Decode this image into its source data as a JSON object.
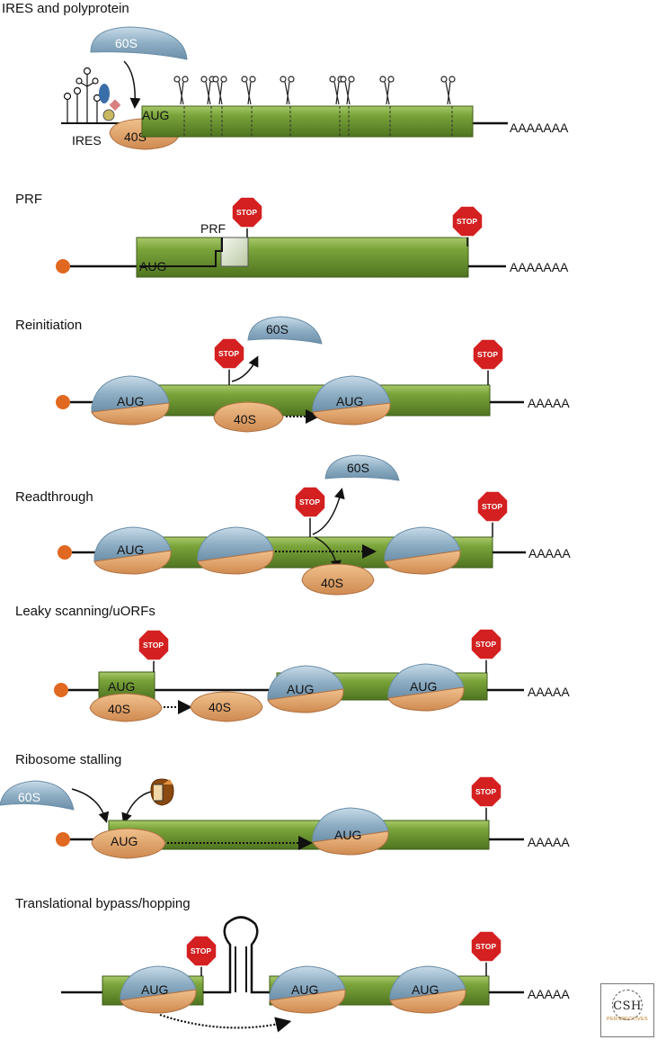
{
  "panels": {
    "ires": {
      "title": "IRES and polyprotein",
      "s60": "60S",
      "aug": "AUG",
      "s40": "40S",
      "ires_label": "IRES",
      "polya": "AAAAAAA"
    },
    "prf": {
      "title": "PRF",
      "prf_label": "PRF",
      "aug": "AUG",
      "stop": "STOP",
      "polya": "AAAAAAA"
    },
    "reinitiation": {
      "title": "Reinitiation",
      "s60": "60S",
      "s40": "40S",
      "aug": "AUG",
      "stop": "STOP",
      "polya": "AAAAA"
    },
    "readthrough": {
      "title": "Readthrough",
      "s60": "60S",
      "s40": "40S",
      "aug": "AUG",
      "stop": "STOP",
      "polya": "AAAAA"
    },
    "leaky": {
      "title": "Leaky scanning/uORFs",
      "aug": "AUG",
      "s40": "40S",
      "stop": "STOP",
      "polya": "AAAAA"
    },
    "stalling": {
      "title": "Ribosome stalling",
      "s60": "60S",
      "aug": "AUG",
      "stop": "STOP",
      "polya": "AAAAA"
    },
    "bypass": {
      "title": "Translational bypass/hopping",
      "aug": "AUG",
      "stop": "STOP",
      "polya": "AAAAA"
    }
  },
  "logo": {
    "name": "CSH",
    "subtitle": "PERSPECTIVES"
  },
  "colors": {
    "orf_green": "#6f9a2e",
    "ribosome_40s": "#e0a870",
    "ribosome_60s": "#8eaec4",
    "cap": "#e06820",
    "stop_sign": "#d42020"
  }
}
